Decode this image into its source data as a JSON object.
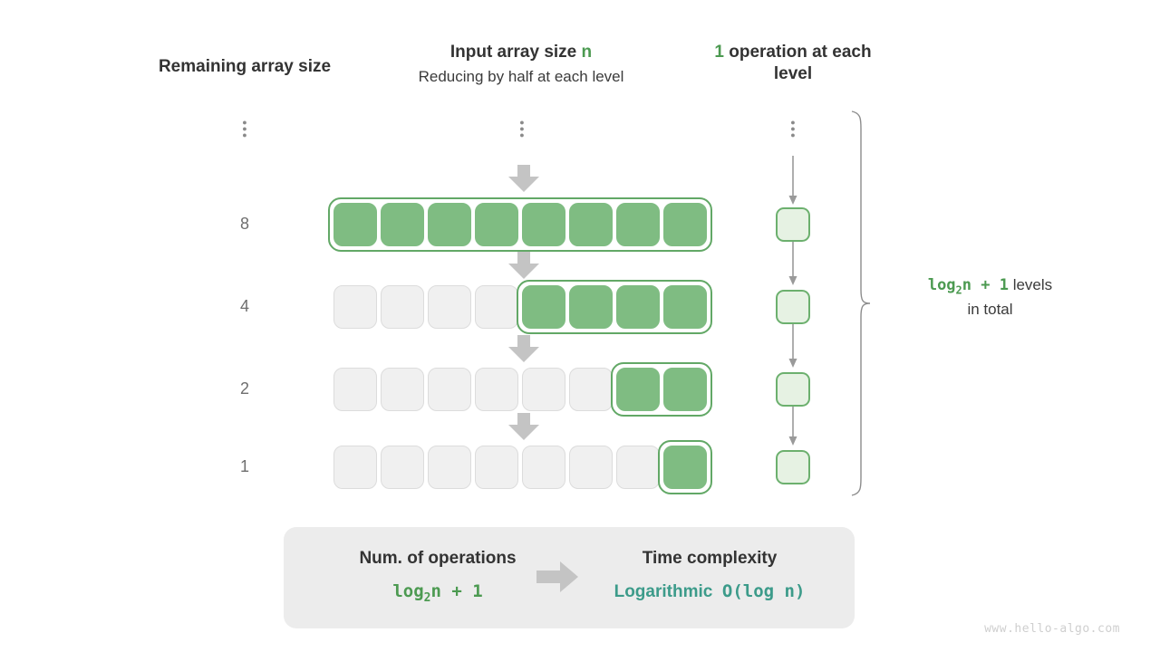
{
  "headers": {
    "left": "Remaining array size",
    "mid_prefix": "Input array size ",
    "mid_var": "n",
    "mid_sub": "Reducing by half at each level",
    "right_num": "1",
    "right_rest": " operation at each level"
  },
  "size_labels": [
    "8",
    "4",
    "2",
    "1"
  ],
  "dots_symbol": "⋮",
  "rows": [
    {
      "size": "8",
      "empty": 0,
      "full": 8
    },
    {
      "size": "4",
      "empty": 4,
      "full": 4
    },
    {
      "size": "2",
      "empty": 6,
      "full": 2
    },
    {
      "size": "1",
      "empty": 7,
      "full": 1
    }
  ],
  "operations": {
    "count_per_level": "1",
    "boxes": 4
  },
  "brace_note": {
    "formula": "log",
    "formula_sub": "2",
    "formula_rest": "n + 1",
    "line1_suffix": " levels",
    "line2": "in total"
  },
  "summary": {
    "left_title": "Num. of operations",
    "left_value_prefix": "log",
    "left_value_sub": "2",
    "left_value_rest": "n + 1",
    "arrow": "arrow-right-icon",
    "right_title": "Time complexity",
    "right_value_word": "Logarithmic",
    "right_value_notation": "O(log n)"
  },
  "watermark": "www.hello-algo.com",
  "colors": {
    "green_fill": "#7FBC82",
    "green_border": "#62A866",
    "green_text": "#4C9A51",
    "light_green_fill": "#E6F2E3",
    "teal": "#3C9B8A",
    "empty_fill": "#F0F0F0",
    "empty_border": "#DCDCDC",
    "arrow_gray": "#C4C4C4",
    "panel_gray": "#ECECEC"
  }
}
